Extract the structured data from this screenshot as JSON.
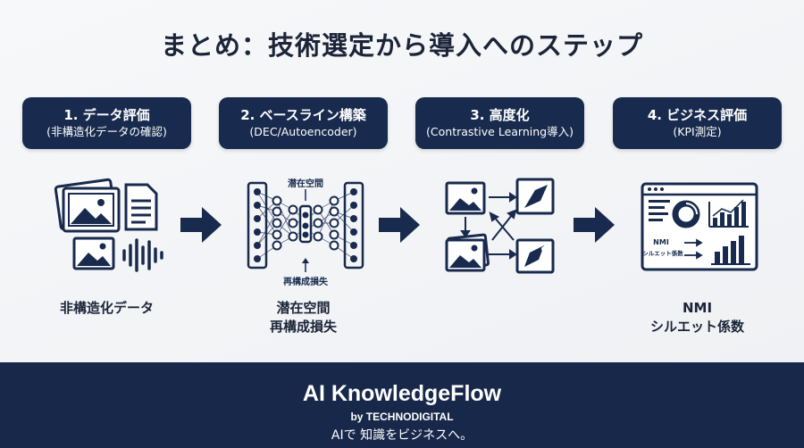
{
  "title": "まとめ：技術選定から導入へのステップ",
  "steps": [
    {
      "title": "1. データ評価",
      "subtitle": "(非構造化データの確認)"
    },
    {
      "title": "2. ベースライン構築",
      "subtitle": "(DEC/Autoencoder)"
    },
    {
      "title": "3. 高度化",
      "subtitle": "(Contrastive Learning導入)"
    },
    {
      "title": "4. ビジネス評価",
      "subtitle": "(KPI測定)"
    }
  ],
  "icons": {
    "data": [
      "photo-stack-icon",
      "document-icon",
      "image-icon",
      "audio-waveform-icon"
    ],
    "autoencoder": {
      "latent_label": "潜在空間",
      "loss_label": "再構成損失"
    },
    "dashboard": {
      "nmi_label": "NMI",
      "silhouette_label": "シルエット係数"
    }
  },
  "captions": {
    "step1": "非構造化データ",
    "step2": [
      "潜在空間",
      "再構成損失"
    ],
    "step4": [
      "NMI",
      "シルエット係数"
    ]
  },
  "footer": {
    "brand": "AI KnowledgeFlow",
    "by": "by TECHNODIGITAL",
    "tagline": "AIで 知識をビジネスへ。"
  },
  "colors": {
    "navy": "#182a4d",
    "background": "#f2f4f6"
  }
}
